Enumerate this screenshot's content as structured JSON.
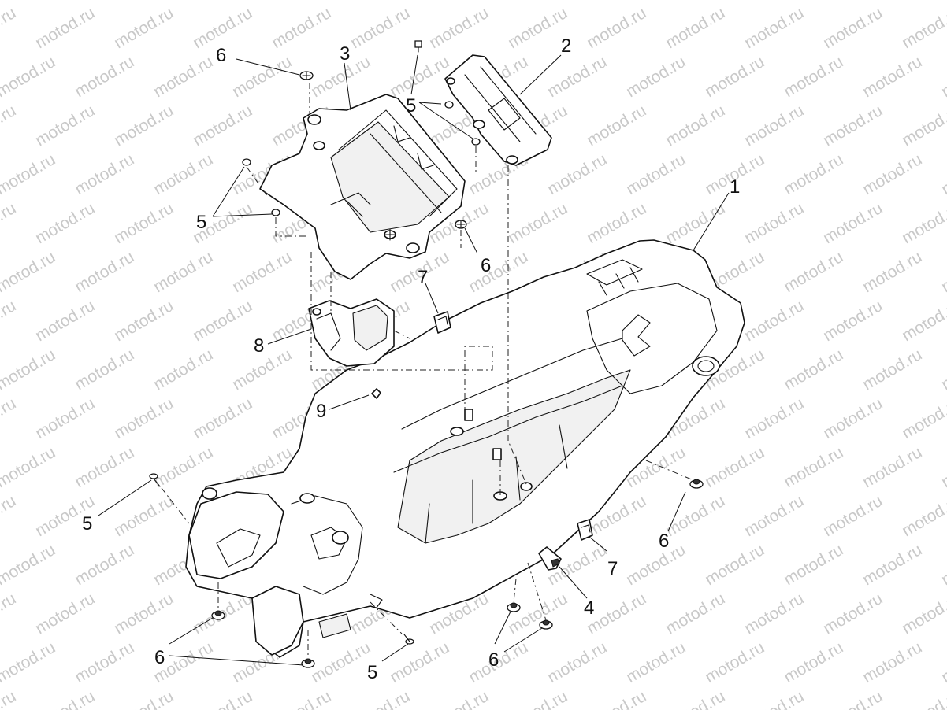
{
  "watermark": {
    "text": "motod.ru"
  },
  "callouts": {
    "n1": "1",
    "n2": "2",
    "n3": "3",
    "n4": "4",
    "n5": "5",
    "n6": "6",
    "n7": "7",
    "n8": "8",
    "n9": "9"
  }
}
